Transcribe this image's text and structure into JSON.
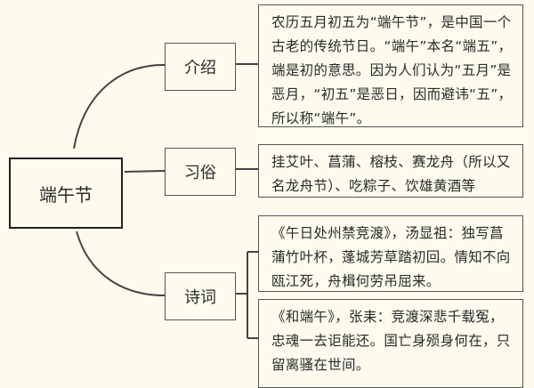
{
  "center": "端午节",
  "branches": [
    {
      "label": "介绍",
      "details": [
        "农历五月初五为“端午节”，是中国一个古老的传统节日。“端午”本名“端五”，端是初的意思。因为人们认为“五月”是恶月，“初五”是恶日，因而避讳“五”，所以称“端午”。"
      ]
    },
    {
      "label": "习俗",
      "details": [
        "挂艾叶、菖蒲、榕枝、赛龙舟（所以又名龙舟节）、吃粽子、饮雄黄酒等"
      ]
    },
    {
      "label": "诗词",
      "details": [
        "《午日处州禁竞渡》，汤显祖：独写菖蒲竹叶杯，蓬城芳草踏初回。情知不向瓯江死，舟楫何劳吊屈来。",
        "《和端午》，张耒：竞渡深悲千载冤，忠魂一去讵能还。国亡身殒身何在，只留离骚在世间。"
      ]
    }
  ]
}
